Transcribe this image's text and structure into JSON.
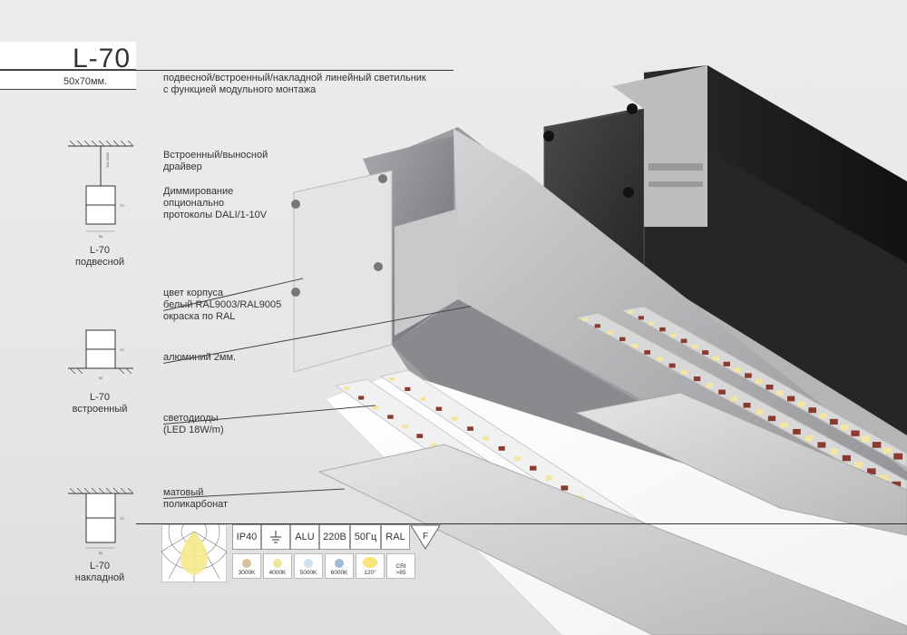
{
  "header": {
    "title": "L-70",
    "dims": "50x70мм.",
    "subtitle": "подвесной/встроенный/накладной линейный светильник\nс функцией модульного монтажа"
  },
  "features": [
    {
      "id": "driver",
      "text": "Встроенный/выносной\nдрайвер"
    },
    {
      "id": "dimming",
      "text": "Диммирование\nопционально\nпротоколы DALI/1-10V"
    },
    {
      "id": "color",
      "text": "цвет корпуса\nбелый RAL9003/RAL9005\nокраска по RAL"
    },
    {
      "id": "aluminum",
      "text": "алюминий 2мм."
    },
    {
      "id": "leds",
      "text": "светодиоды\n(LED 18W/m)"
    },
    {
      "id": "diffuser",
      "text": "матовый\nполикарбонат"
    }
  ],
  "diagrams": [
    {
      "id": "suspended",
      "caption": "L-70\nподвесной",
      "dim_w": "50",
      "dim_h": "70",
      "dim_cable": "100-2000"
    },
    {
      "id": "recessed",
      "caption": "L-70\nвстроенный",
      "dim_w": "50",
      "dim_h": "70"
    },
    {
      "id": "surface",
      "caption": "L-70\nнакладной",
      "dim_w": "50",
      "dim_h": "70"
    }
  ],
  "specs": {
    "badges": [
      "IP40",
      "ALU",
      "220В",
      "50Гц",
      "RAL",
      "F"
    ],
    "ground_icon": "ground-icon",
    "temps": [
      {
        "label": "3000K",
        "color": "#d9c49a"
      },
      {
        "label": "4000K",
        "color": "#efe49a"
      },
      {
        "label": "5000K",
        "color": "#cfe0ee"
      },
      {
        "label": "6000K",
        "color": "#9fb9d9"
      },
      {
        "label": "120°",
        "color": "#f4e47a"
      },
      {
        "label": "CRI\n>85",
        "color": "#ffffff"
      }
    ]
  },
  "colors": {
    "profile_black": "#1f1f1f",
    "profile_silver": "#b9b9bb",
    "accent_yellow": "#f6e98c"
  }
}
